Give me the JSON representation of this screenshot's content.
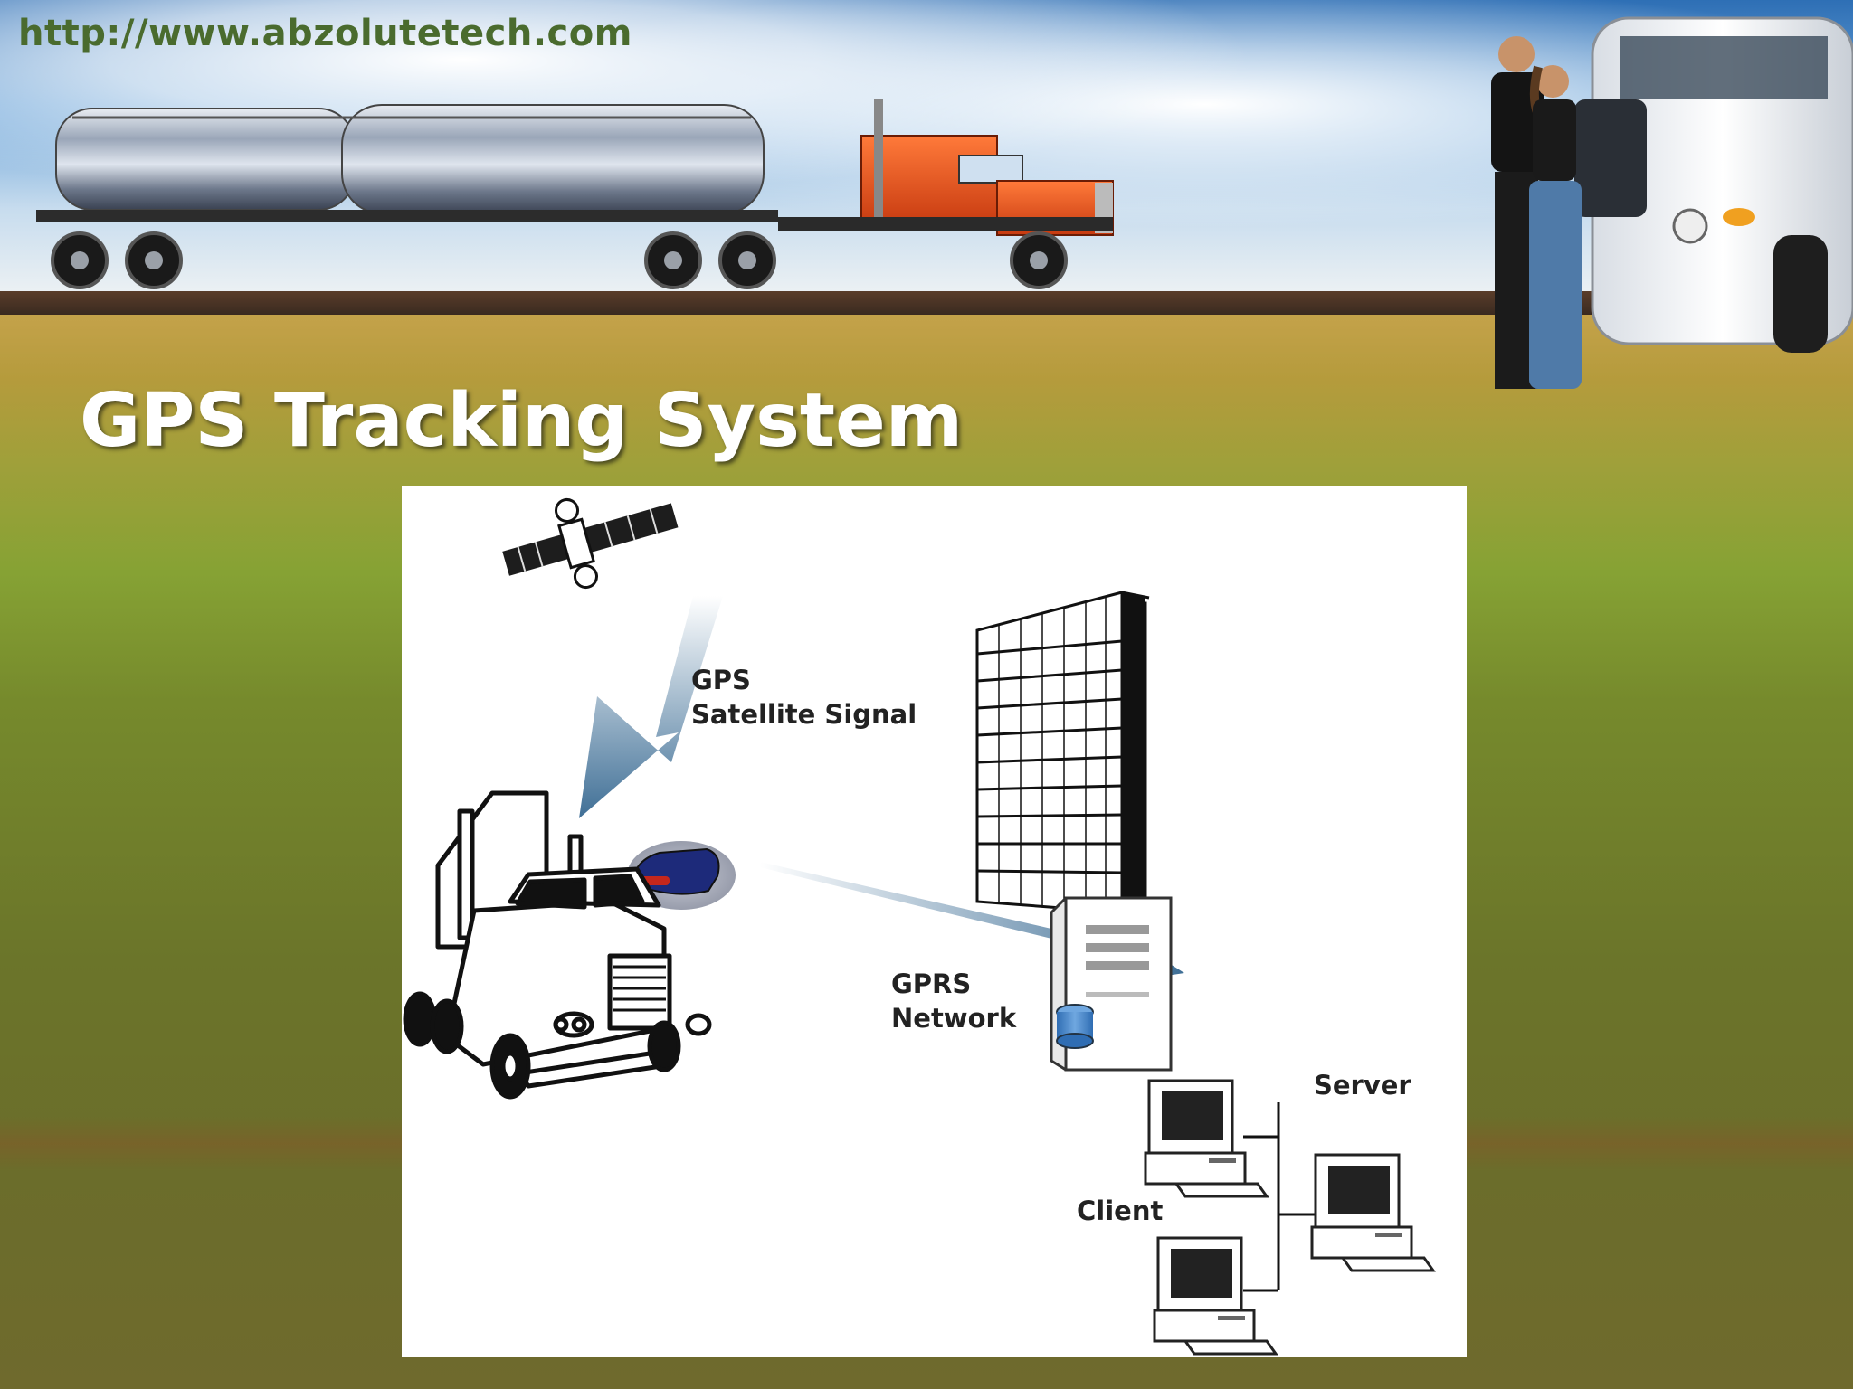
{
  "header": {
    "url": "http://www.abzolutetech.com",
    "title": "GPS Tracking System"
  },
  "diagram": {
    "gps_label_line1": "GPS",
    "gps_label_line2": "Satellite Signal",
    "gprs_label_line1": "GPRS",
    "gprs_label_line2": "Network",
    "server_label": "Server",
    "client_label": "Client"
  },
  "icons": [
    "satellite-icon",
    "truck-icon",
    "gps-device-icon",
    "building-icon",
    "server-icon",
    "computer-icon",
    "arrow-icon"
  ],
  "colors": {
    "title": "#ffffff",
    "url": "#4a6b2e",
    "arrow": "#3f6f96",
    "field_green": "#6b752a"
  }
}
